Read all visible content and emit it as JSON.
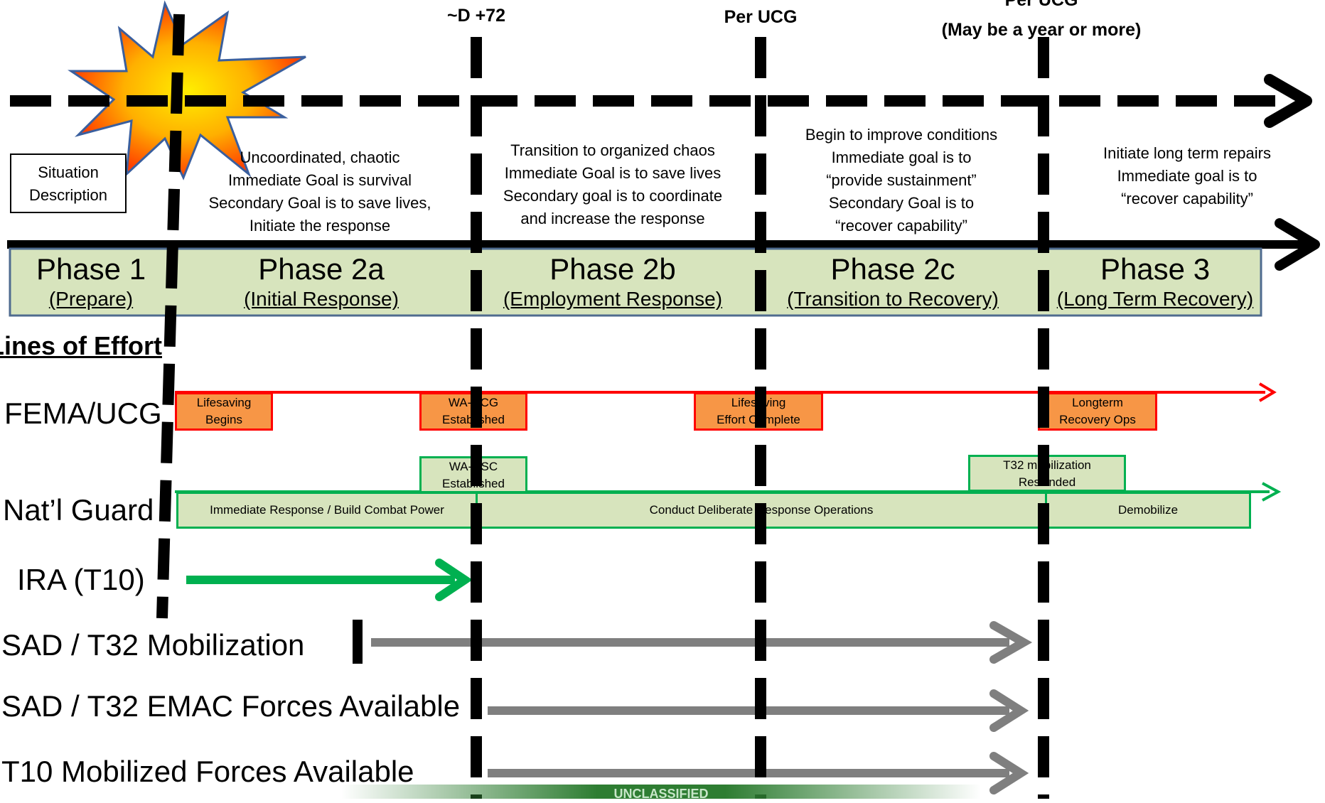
{
  "timeline_headers": {
    "d72": "~D +72",
    "per_ucg": "Per UCG",
    "per_ucg_2": "Per UCG",
    "year_note": "(May be a year or more)"
  },
  "situation_label": "Situation Description",
  "descriptions": {
    "phase2a": [
      "Uncoordinated, chaotic",
      "Immediate Goal is survival",
      "Secondary Goal is to save lives,",
      "Initiate the response"
    ],
    "phase2b": [
      "Transition to organized chaos",
      "Immediate Goal is to save lives",
      "Secondary goal is to coordinate",
      "and increase the response"
    ],
    "phase2c": [
      "Begin to improve conditions",
      "Immediate goal is to",
      "“provide sustainment”",
      "Secondary Goal is to",
      "“recover capability”"
    ],
    "phase3": [
      "Initiate long term repairs",
      "Immediate goal is to",
      "“recover capability”"
    ]
  },
  "phases": [
    {
      "name": "Phase 1",
      "sub": "(Prepare)"
    },
    {
      "name": "Phase 2a",
      "sub": "(Initial Response)"
    },
    {
      "name": "Phase 2b",
      "sub": "(Employment Response)"
    },
    {
      "name": "Phase 2c",
      "sub": "(Transition to Recovery)"
    },
    {
      "name": "Phase 3",
      "sub": "(Long Term Recovery)"
    }
  ],
  "loe_heading": "Lines of Effort",
  "lanes": {
    "fema": "FEMA/UCG",
    "natl_guard": "Nat’l Guard",
    "ira": "IRA (T10)",
    "sad_t32_mob": "SAD / T32 Mobilization",
    "sad_t32_emac": "SAD / T32 EMAC Forces Available",
    "t10_mob": "T10 Mobilized Forces Available"
  },
  "fema_events": [
    {
      "l1": "Lifesaving",
      "l2": "Begins"
    },
    {
      "l1": "WA-UCG",
      "l2": "Established"
    },
    {
      "l1": "Lifesaving",
      "l2": "Effort Complete"
    },
    {
      "l1": "Longterm",
      "l2": "Recovery  Ops"
    }
  ],
  "guard_events": [
    {
      "l1": "WA-DSC",
      "l2": "Established"
    },
    {
      "l1": "T32 mobilization",
      "l2": "Rescinded"
    }
  ],
  "guard_bar": [
    "Immediate Response / Build Combat Power",
    "Conduct Deliberate Response Operations",
    "Demobilize"
  ],
  "footer": "UNCLASSIFIED",
  "colors": {
    "phase_fill": "#d7e4bd",
    "phase_border": "#4f6b8f",
    "fema_line": "#ff0000",
    "event_fill": "#f79646",
    "guard_line": "#00b050",
    "ira_arrow": "#00b050",
    "gray_arrow": "#7f7f7f",
    "explosion_outer": "#ff6600",
    "explosion_inner": "#ffe000"
  }
}
